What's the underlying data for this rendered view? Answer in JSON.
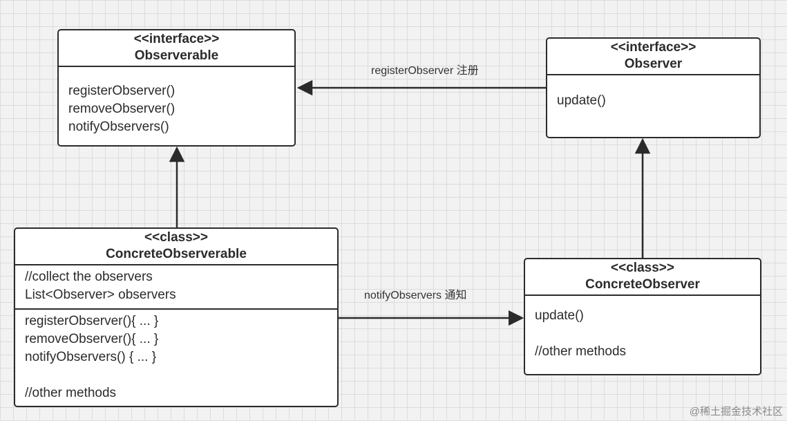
{
  "observable_interface": {
    "stereotype": "<<interface>>",
    "name": "Observerable",
    "methods": [
      "registerObserver()",
      "removeObserver()",
      "notifyObservers()"
    ]
  },
  "observer_interface": {
    "stereotype": "<<interface>>",
    "name": "Observer",
    "methods": [
      "update()"
    ]
  },
  "concrete_observable": {
    "stereotype": "<<class>>",
    "name": "ConcreteObserverable",
    "fields": [
      "//collect the observers",
      "List<Observer> observers"
    ],
    "methods": [
      "registerObserver(){ ... }",
      "removeObserver(){ ... }",
      "notifyObservers() { ... }",
      "",
      "//other methods"
    ]
  },
  "concrete_observer": {
    "stereotype": "<<class>>",
    "name": "ConcreteObserver",
    "methods": [
      "update()",
      "",
      "//other methods"
    ]
  },
  "connectors": {
    "register_label": "registerObserver 注册",
    "notify_label": "notifyObservers 通知"
  },
  "watermark": "@稀土掘金技术社区"
}
